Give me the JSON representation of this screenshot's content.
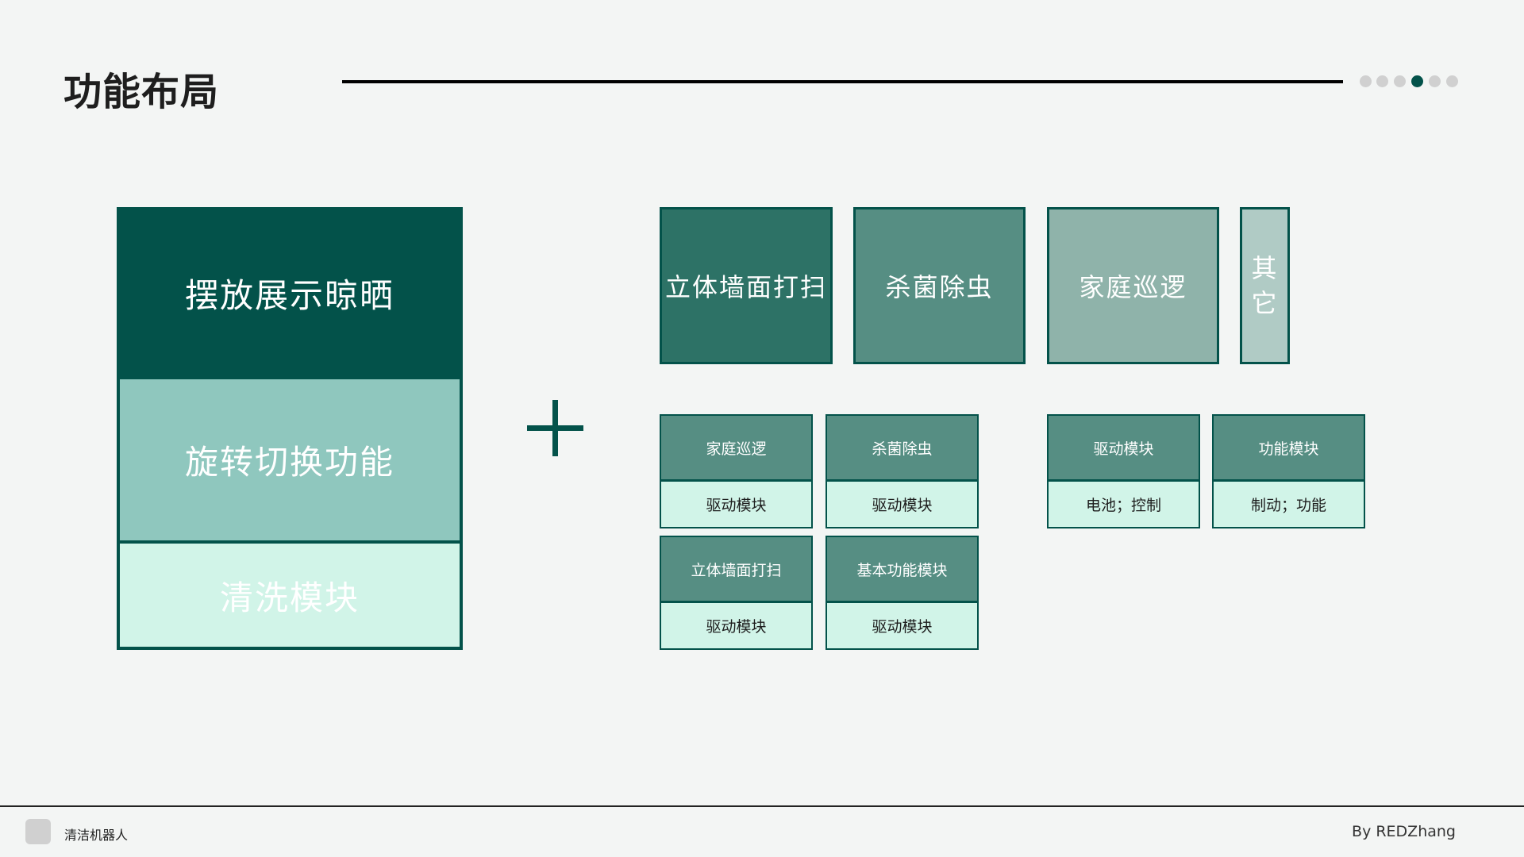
{
  "header": {
    "title": "功能布局",
    "pager": {
      "total": 6,
      "current": 4
    }
  },
  "colors": {
    "dark": "#03524a",
    "mid": "#8fc7be",
    "light": "#d1f4e8",
    "c1": "#2d7266",
    "c2": "#568e83",
    "c3": "#8fb3aa",
    "c4": "#b0cbc5"
  },
  "left_stack": [
    "摆放展示晾晒",
    "旋转切换功能",
    "清洗模块"
  ],
  "plus_icon": "plus-icon",
  "top_boxes": [
    "立体墙面打扫",
    "杀菌除虫",
    "家庭巡逻",
    "其它"
  ],
  "cards": [
    {
      "title": "家庭巡逻",
      "body": "驱动模块"
    },
    {
      "title": "杀菌除虫",
      "body": "驱动模块"
    },
    {
      "title": "驱动模块",
      "body": "电池；控制"
    },
    {
      "title": "功能模块",
      "body": "制动；功能"
    },
    {
      "title": "立体墙面打扫",
      "body": "驱动模块"
    },
    {
      "title": "基本功能模块",
      "body": "驱动模块"
    }
  ],
  "footer": {
    "left": "清洁机器人",
    "right": "By REDZhang"
  }
}
